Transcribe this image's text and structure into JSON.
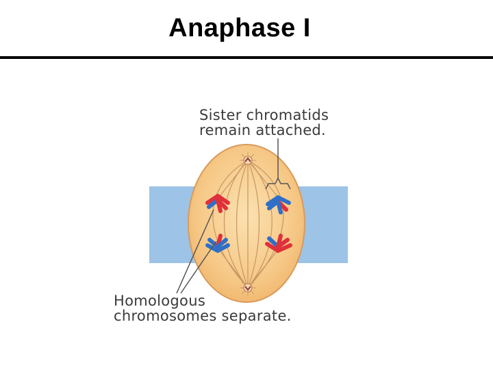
{
  "title": "Anaphase I",
  "labels": {
    "sister_chromatids": [
      "Sister chromatids",
      "remain attached."
    ],
    "homologous": [
      "Homologous",
      "chromosomes separate."
    ]
  },
  "colors": {
    "band": "#9dc3e6",
    "cell_fill": "#f4c98a",
    "cell_stroke": "#d99a5a",
    "spindle": "#c99a6a",
    "chromosome_red": "#e0303a",
    "chromosome_blue": "#2f6fc8",
    "leader_line": "#555555"
  }
}
